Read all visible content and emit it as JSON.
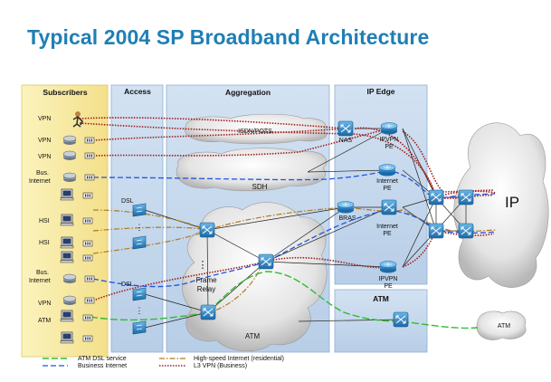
{
  "title": "Typical 2004 SP Broadband Architecture",
  "columns": {
    "subscribers": "Subscribers",
    "access": "Access",
    "aggregation": "Aggregation",
    "ip_edge": "IP Edge",
    "atm": "ATM"
  },
  "subscribers": [
    "VPN",
    "VPN",
    "VPN",
    "Bus.",
    "Internet",
    "HSI",
    "HSI",
    "Bus.",
    "Internet",
    "VPN",
    "ATM"
  ],
  "access": {
    "dsl_1": "DSL",
    "dsl_2": "DSL",
    "dots_1": "⋮",
    "dots_2": "⋮"
  },
  "aggregation": {
    "isdn": "ISDN/POTS",
    "sdh": "SDH",
    "fr_dots": "⋮",
    "fr_1": "Frame",
    "fr_2": "Relay",
    "atm_cloud": "ATM"
  },
  "edge": {
    "nas": "NAS",
    "ipvpn_1a": "IPVPN",
    "ipvpn_1b": "PE",
    "inet_1a": "Internet",
    "inet_1b": "PE",
    "bras": "BRAS",
    "inet_2a": "Internet",
    "inet_2b": "PE",
    "ipvpn_2a": "IPVPN",
    "ipvpn_2b": "PE"
  },
  "clouds": {
    "ip": "IP",
    "atm_right": "ATM"
  },
  "legend": {
    "atm_dsl": "ATM DSL service",
    "business_internet": "Business Internet",
    "hsi": "High-speed Internet (residential)",
    "l3vpn": "L3 VPN (Business)"
  },
  "colors": {
    "title": "#1f7fb5",
    "subscribers_bg": "#f8eda6",
    "column_bg": "#c6d9ee",
    "atm_dsl": "#33bb33",
    "business_internet": "#2255dd",
    "hsi": "#b07a22",
    "l3vpn": "#a01e1e"
  }
}
